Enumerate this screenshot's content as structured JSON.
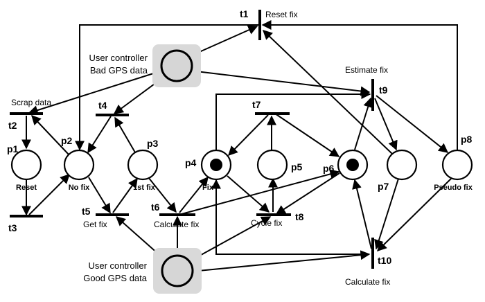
{
  "places": [
    {
      "id": "p1",
      "label": "p1",
      "sublabel": "Reset"
    },
    {
      "id": "p2",
      "label": "p2",
      "sublabel": "No fix"
    },
    {
      "id": "p3",
      "label": "p3",
      "sublabel": "1st fix"
    },
    {
      "id": "p4",
      "label": "p4",
      "sublabel": "Fix",
      "token": true
    },
    {
      "id": "p5",
      "label": "p5",
      "sublabel": ""
    },
    {
      "id": "p6",
      "label": "p6",
      "sublabel": "",
      "token": true
    },
    {
      "id": "p7",
      "label": "p7",
      "sublabel": ""
    },
    {
      "id": "p8",
      "label": "p8",
      "sublabel": "Pseudo fix"
    }
  ],
  "controllers": [
    {
      "id": "bad",
      "line1": "User controller",
      "line2": "Bad GPS data"
    },
    {
      "id": "good",
      "line1": "User controller",
      "line2": "Good GPS data"
    }
  ],
  "transitions": [
    {
      "id": "t1",
      "label": "t1",
      "caption": "Reset fix"
    },
    {
      "id": "t2",
      "label": "t2",
      "caption": "Scrap data"
    },
    {
      "id": "t3",
      "label": "t3",
      "caption": ""
    },
    {
      "id": "t4",
      "label": "t4",
      "caption": ""
    },
    {
      "id": "t5",
      "label": "t5",
      "caption": "Get fix"
    },
    {
      "id": "t6",
      "label": "t6",
      "caption": "Calculate fix"
    },
    {
      "id": "t7",
      "label": "t7",
      "caption": ""
    },
    {
      "id": "t8",
      "label": "t8",
      "caption": "Cycle fix"
    },
    {
      "id": "t9",
      "label": "t9",
      "caption": "Estimate fix"
    },
    {
      "id": "t10",
      "label": "t10",
      "caption": "Calculate fix"
    }
  ]
}
